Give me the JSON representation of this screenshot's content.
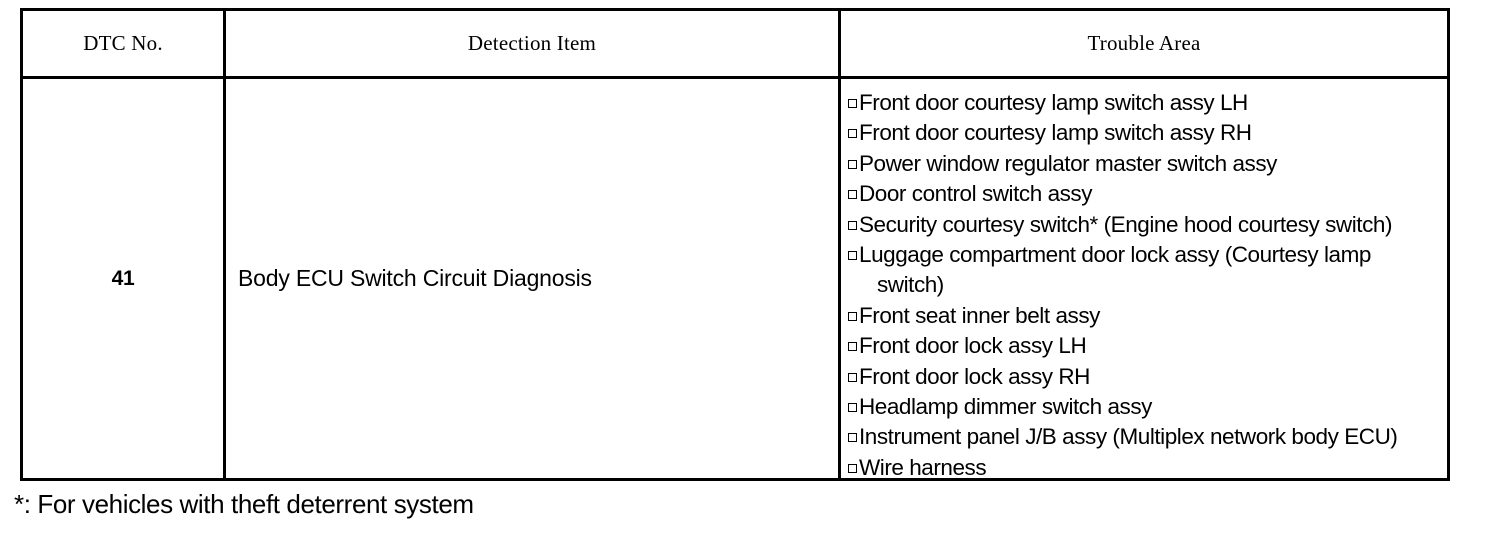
{
  "table": {
    "headers": {
      "dtc_no": "DTC No.",
      "detection_item": "Detection Item",
      "trouble_area": "Trouble Area"
    },
    "rows": [
      {
        "dtc_no": "41",
        "detection_item": "Body ECU Switch Circuit Diagnosis",
        "trouble_area": [
          "Front door courtesy lamp switch assy LH",
          "Front door courtesy lamp switch assy RH",
          "Power window regulator master switch assy",
          "Door control switch assy",
          "Security courtesy switch* (Engine hood courtesy switch)",
          "Luggage compartment door lock assy (Courtesy lamp",
          "Front seat inner belt assy",
          "Front door lock assy LH",
          "Front door lock assy RH",
          "Headlamp dimmer switch assy",
          "Instrument panel J/B assy (Multiplex network body ECU)",
          "Wire harness"
        ],
        "trouble_area_continuation": "switch)"
      }
    ]
  },
  "footnote": "*: For vehicles with theft deterrent system",
  "colors": {
    "border": "#000000",
    "text": "#000000",
    "background": "#ffffff"
  }
}
